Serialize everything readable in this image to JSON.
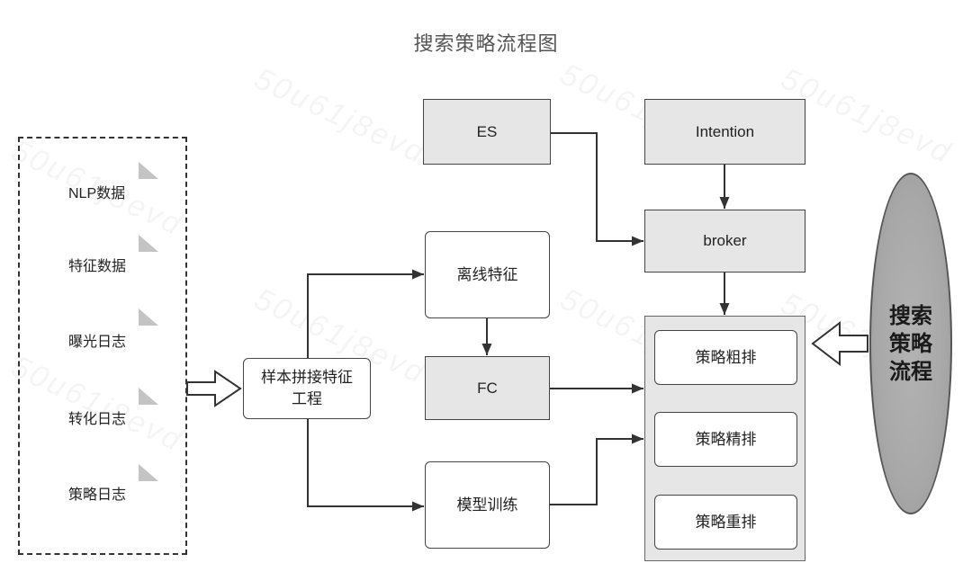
{
  "title": "搜索策略流程图",
  "watermark": "50u61j8evd",
  "data_sources": [
    {
      "label": "NLP数据",
      "icon": "document-icon"
    },
    {
      "label": "特征数据",
      "icon": "document-icon"
    },
    {
      "label": "曝光日志",
      "icon": "document-icon"
    },
    {
      "label": "转化日志",
      "icon": "document-icon"
    },
    {
      "label": "策略日志",
      "icon": "document-icon"
    }
  ],
  "nodes": {
    "sample_feature_engineering": [
      "样本拼接特征",
      "工程"
    ],
    "es": "ES",
    "intention": "Intention",
    "broker": "broker",
    "offline_features": "离线特征",
    "fc": "FC",
    "model_training": "模型训练",
    "ranking_stages": [
      "策略粗排",
      "策略精排",
      "策略重排"
    ]
  },
  "side_label": [
    "搜索",
    "策略",
    "流程"
  ],
  "colors": {
    "node_fill": "#e6e6e6",
    "ellipse_fill": "#a8a8a8",
    "stroke": "#444444"
  }
}
